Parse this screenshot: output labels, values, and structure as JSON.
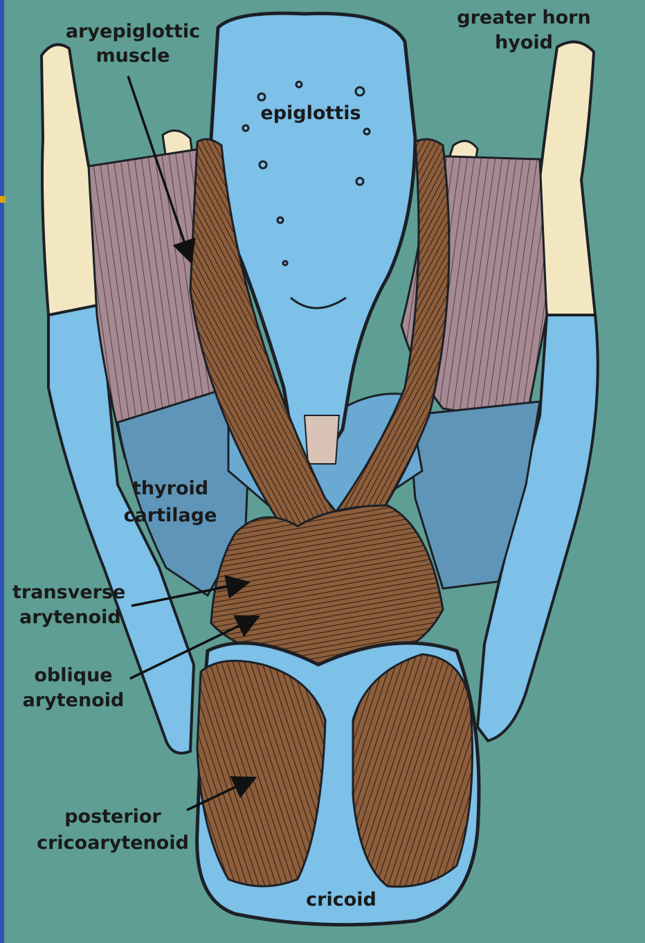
{
  "colors": {
    "background": "#5f9e94",
    "cartilage": "#7dc0e8",
    "cartilage_dark": "#5f95b8",
    "muscle": "#8c5e3c",
    "muscle_pale": "#a58a93",
    "hyoid": "#f3e7c2",
    "outline": "#1c2026",
    "frame_left": "#2e55b3",
    "frame_accent": "#e0a000"
  },
  "labels": {
    "aryepiglottic_1": "aryepiglottic",
    "aryepiglottic_2": "muscle",
    "greater_horn_1": "greater horn",
    "greater_horn_2": "hyoid",
    "epiglottis": "epiglottis",
    "thyroid_1": "thyroid",
    "thyroid_2": "cartilage",
    "transverse_1": "transverse",
    "transverse_2": "arytenoid",
    "oblique_1": "oblique",
    "oblique_2": "arytenoid",
    "posterior_1": "posterior",
    "posterior_2": "cricoarytenoid",
    "cricoid": "cricoid"
  }
}
